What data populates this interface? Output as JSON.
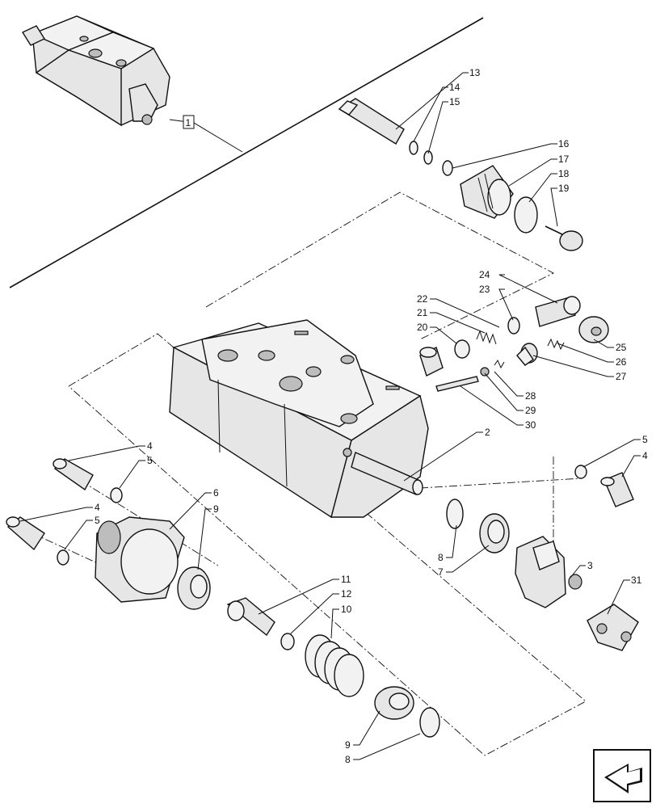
{
  "callouts": {
    "c1": "1",
    "c2": "2",
    "c3": "3",
    "c4a": "4",
    "c4b": "4",
    "c4c": "4",
    "c5a": "5",
    "c5b": "5",
    "c5c": "5",
    "c6": "6",
    "c7": "7",
    "c8a": "8",
    "c8b": "8",
    "c9a": "9",
    "c9b": "9",
    "c10": "10",
    "c11": "11",
    "c12": "12",
    "c13": "13",
    "c14": "14",
    "c15": "15",
    "c16": "16",
    "c17": "17",
    "c18": "18",
    "c19": "19",
    "c20": "20",
    "c21": "21",
    "c22": "22",
    "c23": "23",
    "c24": "24",
    "c25": "25",
    "c26": "26",
    "c27": "27",
    "c28": "28",
    "c29": "29",
    "c30": "30",
    "c31": "31"
  },
  "nav_icon": "previous-page-arrow-icon"
}
